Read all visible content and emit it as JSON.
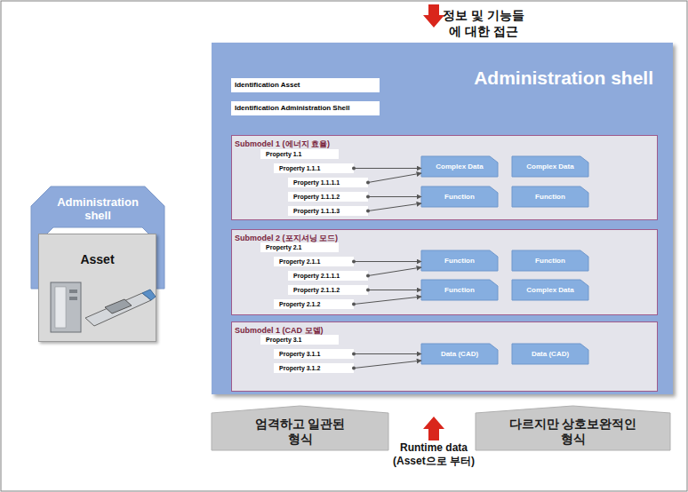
{
  "diagram": {
    "nodes": [
      {
        "text": [
          "Administration shell"
        ]
      },
      {
        "text": [
          "Identification Asset"
        ],
        "in": 0
      },
      {
        "text": [
          "Identification Administration Shell"
        ],
        "in": 0
      },
      {
        "text": [
          "Submodel 1 (에너지 효율)"
        ],
        "in": 0
      },
      {
        "text": [
          "Property 1.1"
        ],
        "in": 3
      },
      {
        "text": [
          "Property 1.1.1"
        ],
        "in": 3
      },
      {
        "text": [
          "Property 1.1.1.1"
        ],
        "in": 3
      },
      {
        "text": [
          "Property 1.1.1.2"
        ],
        "in": 3
      },
      {
        "text": [
          "Property 1.1.1.3"
        ],
        "in": 3
      },
      {
        "text": [
          "Complex Data"
        ],
        "in": 3
      },
      {
        "text": [
          "Complex Data"
        ],
        "in": 3
      },
      {
        "text": [
          "Function"
        ],
        "in": 3
      },
      {
        "text": [
          "Function"
        ],
        "in": 3
      },
      {
        "text": [
          "Submodel 2 (포지셔닝 모드)"
        ],
        "in": 0
      },
      {
        "text": [
          "Property 2.1"
        ],
        "in": 13
      },
      {
        "text": [
          "Property 2.1.1"
        ],
        "in": 13
      },
      {
        "text": [
          "Property 2.1.1.1"
        ],
        "in": 13
      },
      {
        "text": [
          "Property 2.1.1.2"
        ],
        "in": 13
      },
      {
        "text": [
          "Property 2.1.2"
        ],
        "in": 13
      },
      {
        "text": [
          "Function"
        ],
        "in": 13
      },
      {
        "text": [
          "Function"
        ],
        "in": 13
      },
      {
        "text": [
          "Function"
        ],
        "in": 13
      },
      {
        "text": [
          "Complex Data"
        ],
        "in": 13
      },
      {
        "text": [
          "Submodel 1 (CAD 모델)"
        ],
        "in": 0
      },
      {
        "text": [
          "Property 3.1"
        ],
        "in": 23
      },
      {
        "text": [
          "Property 3.1.1"
        ],
        "in": 23
      },
      {
        "text": [
          "Property 3.1.2"
        ],
        "in": 23
      },
      {
        "text": [
          "Data (CAD)"
        ],
        "in": 23
      },
      {
        "text": [
          "Data (CAD)"
        ],
        "in": 23
      },
      {
        "text": [
          "Administration shell"
        ]
      },
      {
        "text": [
          "Asset"
        ],
        "in": 29
      },
      {
        "text": [
          "엄격하고 일관된 형식"
        ]
      },
      {
        "text": [
          "다르지만 상호보완적인 형식"
        ]
      }
    ],
    "edges": [
      {
        "from": 5,
        "to": 9,
        "arrow": "to"
      },
      {
        "from": 6,
        "to": 9,
        "arrow": "to"
      },
      {
        "from": 7,
        "to": 11,
        "arrow": "to"
      },
      {
        "from": 8,
        "to": 11,
        "arrow": "to"
      },
      {
        "from": 15,
        "to": 19,
        "arrow": "to"
      },
      {
        "from": 16,
        "to": 19,
        "arrow": "to"
      },
      {
        "from": 17,
        "to": 21,
        "arrow": "to"
      },
      {
        "from": 18,
        "to": 21,
        "arrow": "to"
      },
      {
        "from": 25,
        "to": 27,
        "arrow": "to"
      },
      {
        "from": 26,
        "to": 27,
        "arrow": "to"
      }
    ],
    "labels": [
      "정보 및 기능들 에 대한 접근",
      "Runtime data (Asset으로 부터)"
    ]
  }
}
